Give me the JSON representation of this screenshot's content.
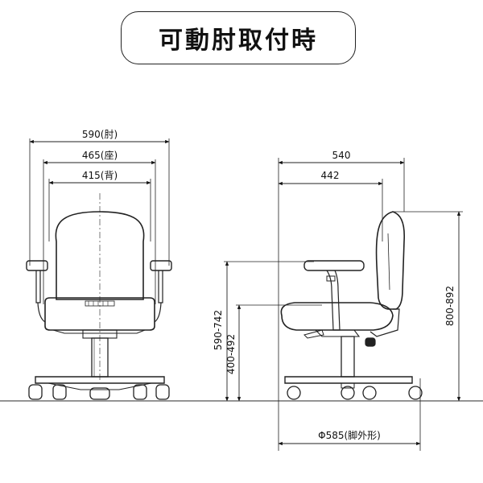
{
  "title": "可動肘取付時",
  "front": {
    "width_arm": "590(肘)",
    "width_seat": "465(座)",
    "width_back": "415(背)"
  },
  "side": {
    "depth_total": "540",
    "depth_seat": "442",
    "height_total": "800-892",
    "height_arm": "590-742",
    "height_seat": "400-492",
    "base_diameter": "Φ585(脚外形)"
  }
}
